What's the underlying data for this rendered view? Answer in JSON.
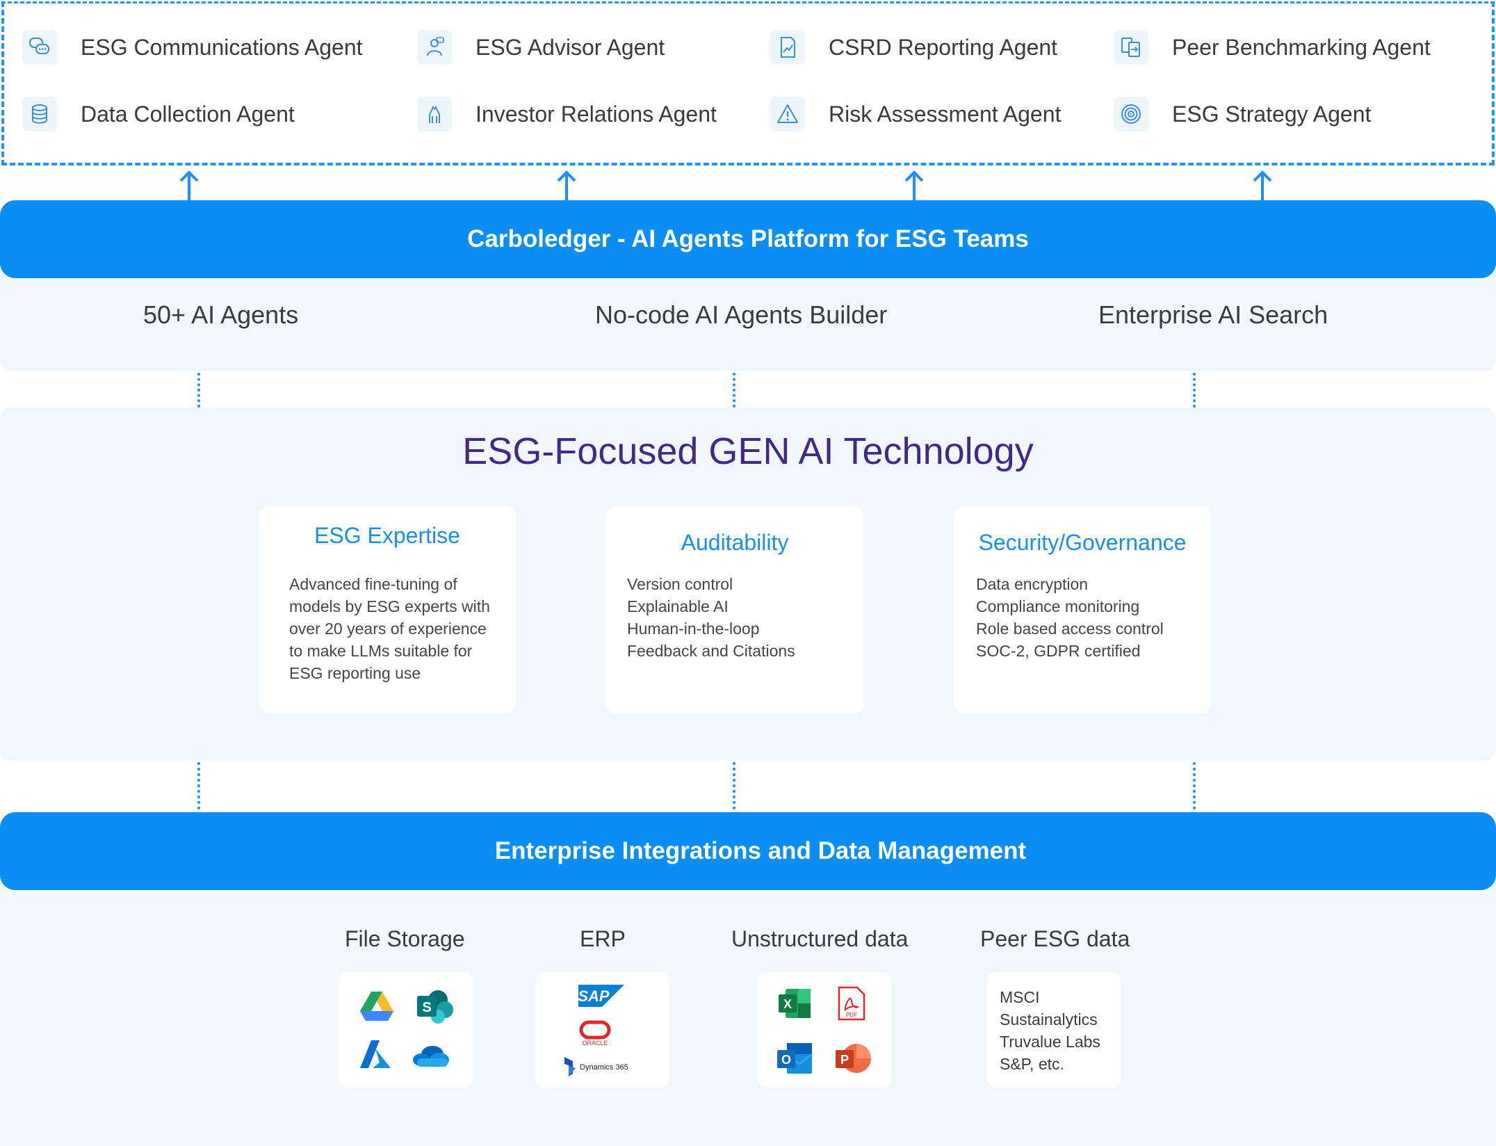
{
  "agents": [
    {
      "label": "ESG Communications Agent",
      "icon": "chat-bubbles-icon"
    },
    {
      "label": "ESG Advisor Agent",
      "icon": "advisor-icon"
    },
    {
      "label": "CSRD Reporting Agent",
      "icon": "report-chart-icon"
    },
    {
      "label": "Peer Benchmarking Agent",
      "icon": "compare-documents-icon"
    },
    {
      "label": "Data Collection Agent",
      "icon": "database-icon"
    },
    {
      "label": "Investor Relations Agent",
      "icon": "handshake-icon"
    },
    {
      "label": "Risk Assessment Agent",
      "icon": "warning-icon"
    },
    {
      "label": "ESG Strategy Agent",
      "icon": "target-icon"
    }
  ],
  "platform": {
    "title": "Carboledger - AI Agents Platform for ESG Teams",
    "features": [
      "50+ AI Agents",
      "No-code AI Agents Builder",
      "Enterprise AI Search"
    ]
  },
  "technology": {
    "title": "ESG-Focused GEN AI Technology",
    "cards": [
      {
        "title": "ESG Expertise",
        "lines": [
          "Advanced fine-tuning of",
          "models by ESG experts with",
          "over 20 years of experience",
          "to make LLMs suitable for",
          "ESG reporting use"
        ]
      },
      {
        "title": "Auditability",
        "lines": [
          "Version control",
          "Explainable AI",
          "Human-in-the-loop",
          "Feedback and Citations"
        ]
      },
      {
        "title": "Security/Governance",
        "lines": [
          "Data encryption",
          "Compliance monitoring",
          "Role based access control",
          "SOC-2, GDPR certified"
        ]
      }
    ]
  },
  "integrations": {
    "title": "Enterprise Integrations and Data Management",
    "sources": [
      {
        "label": "File Storage",
        "icons": [
          "google-drive-icon",
          "sharepoint-icon",
          "azure-icon",
          "onedrive-icon"
        ]
      },
      {
        "label": "ERP",
        "icons": [
          "sap-logo",
          "oracle-logo",
          "dynamics-365-logo"
        ],
        "logo_text": [
          "SAP",
          "ORACLE",
          "Dynamics 365"
        ]
      },
      {
        "label": "Unstructured data",
        "icons": [
          "excel-icon",
          "pdf-icon",
          "outlook-icon",
          "powerpoint-icon"
        ],
        "icon_text": [
          "X",
          "PDF",
          "O",
          "P"
        ]
      },
      {
        "label": "Peer ESG data",
        "lines": [
          "MSCI",
          "Sustainalytics",
          "Truvalue Labs",
          "S&P, etc."
        ]
      }
    ],
    "sharepoint_letter": "S"
  },
  "colors": {
    "accent_blue": "#0a8ef4",
    "panel_bg": "#f1f7fd",
    "title_purple": "#3f2a8a",
    "card_title_blue": "#1b8ee9"
  }
}
